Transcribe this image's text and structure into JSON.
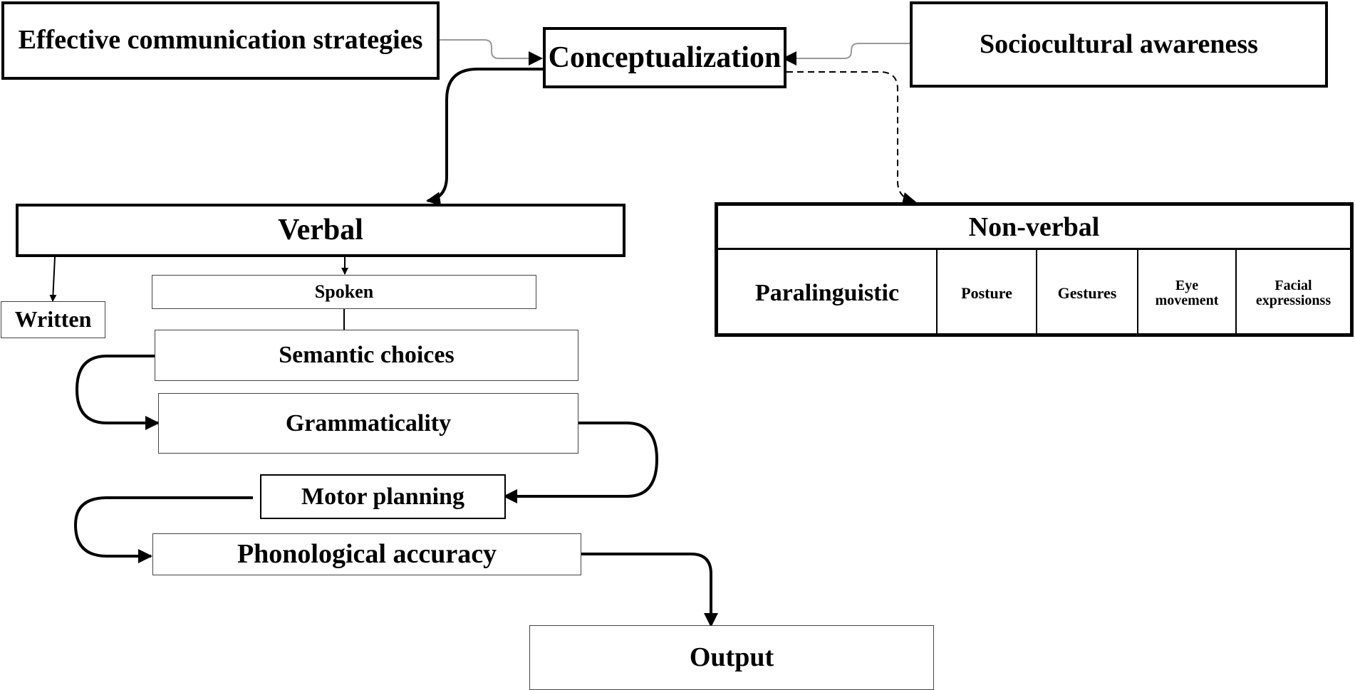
{
  "nodes": {
    "effective_communication": "Effective communication strategies",
    "conceptualization": "Conceptualization",
    "sociocultural": "Sociocultural awareness",
    "verbal": "Verbal",
    "written": "Written",
    "spoken": "Spoken",
    "semantic": "Semantic choices",
    "grammaticality": "Grammaticality",
    "motor": "Motor planning",
    "phonological": "Phonological accuracy",
    "output": "Output"
  },
  "nonverbal": {
    "title": "Non-verbal",
    "cells": [
      "Paralinguistic",
      "Posture",
      "Gestures",
      "Eye movement",
      "Facial expressionss"
    ]
  }
}
